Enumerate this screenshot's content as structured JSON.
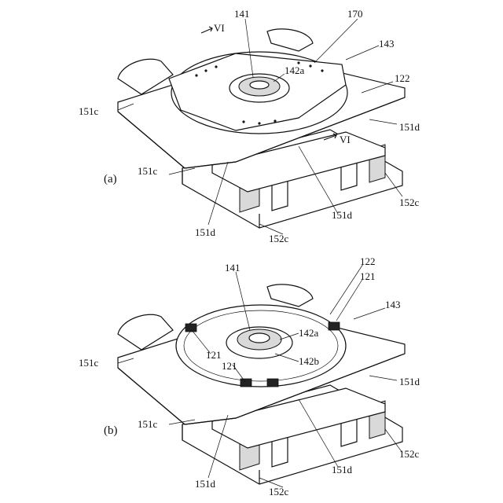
{
  "figure": {
    "panel_a": {
      "tag": "(a)",
      "labels": {
        "l141": "141",
        "l170": "170",
        "l143": "143",
        "l142a": "142a",
        "l122": "122",
        "l151c_left": "151c",
        "l151d_right": "151d",
        "l151c_mid": "151c",
        "l151d_mid": "151d",
        "l151d_bottom": "151d",
        "l152c_right": "152c",
        "l152c_bottom": "152c",
        "vi_top": "VI",
        "vi_bottom": "VI"
      }
    },
    "panel_b": {
      "tag": "(b)",
      "labels": {
        "l141": "141",
        "l122": "122",
        "l121_top": "121",
        "l143": "143",
        "l142a": "142a",
        "l142b": "142b",
        "l121_left": "121",
        "l121_mid": "121",
        "l151c_left": "151c",
        "l151d_right": "151d",
        "l151c_mid": "151c",
        "l151d_mid": "151d",
        "l151d_bottom": "151d",
        "l152c_right": "152c",
        "l152c_bottom": "152c"
      }
    }
  }
}
